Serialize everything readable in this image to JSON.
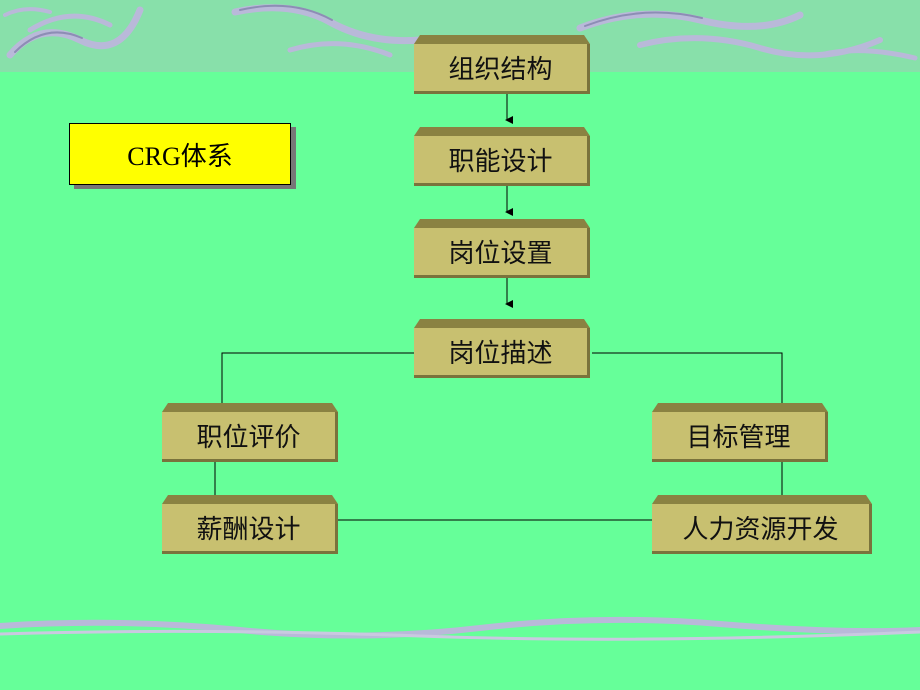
{
  "diagram": {
    "title": "CRG体系",
    "nodes": {
      "org_structure": "组织结构",
      "function_design": "职能设计",
      "position_setup": "岗位设置",
      "position_description": "岗位描述",
      "position_evaluation": "职位评价",
      "objective_management": "目标管理",
      "salary_design": "薪酬设计",
      "hr_development": "人力资源开发"
    },
    "edges": [
      [
        "组织结构",
        "职能设计"
      ],
      [
        "职能设计",
        "岗位设置"
      ],
      [
        "岗位设置",
        "岗位描述"
      ],
      [
        "岗位描述",
        "职位评价"
      ],
      [
        "岗位描述",
        "目标管理"
      ],
      [
        "职位评价",
        "薪酬设计"
      ],
      [
        "目标管理",
        "人力资源开发"
      ],
      [
        "薪酬设计",
        "人力资源开发"
      ]
    ]
  },
  "colors": {
    "background": "#66ff99",
    "title_fill": "#ffff00",
    "node_fill": "#c8c070"
  }
}
